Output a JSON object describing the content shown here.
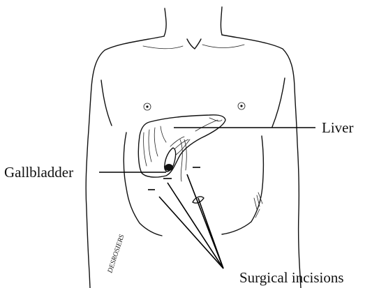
{
  "labels": {
    "liver": "Liver",
    "gallbladder": "Gallbladder",
    "incisions": "Surgical incisions"
  },
  "signature": "DESROSIERS",
  "colors": {
    "ink": "#111111",
    "background": "#ffffff"
  }
}
